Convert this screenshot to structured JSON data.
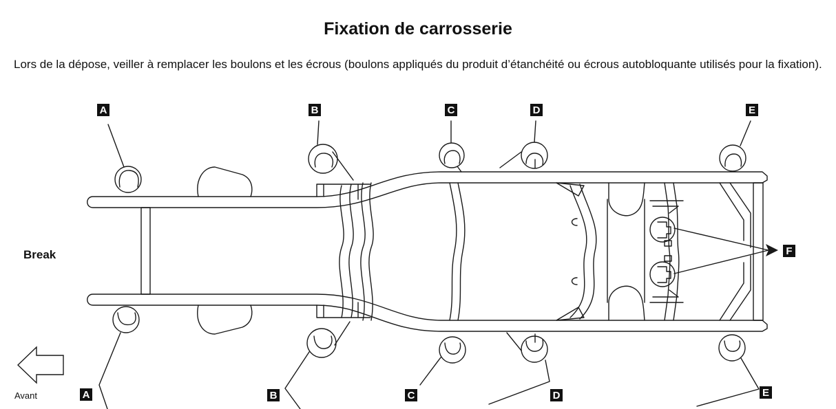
{
  "header": {
    "title": "Fixation de carrosserie"
  },
  "instructions": {
    "text": "Lors de la dépose, veiller à remplacer les boulons et les écrous (boulons appliqués du produit d’étanchéité ou écrous autobloquante utilisés pour la fixation)."
  },
  "diagram": {
    "variant_label": "Break",
    "front_direction_label": "Avant",
    "mount_labels": {
      "a": "A",
      "b": "B",
      "c": "C",
      "d": "D",
      "e": "E",
      "f": "F"
    }
  }
}
